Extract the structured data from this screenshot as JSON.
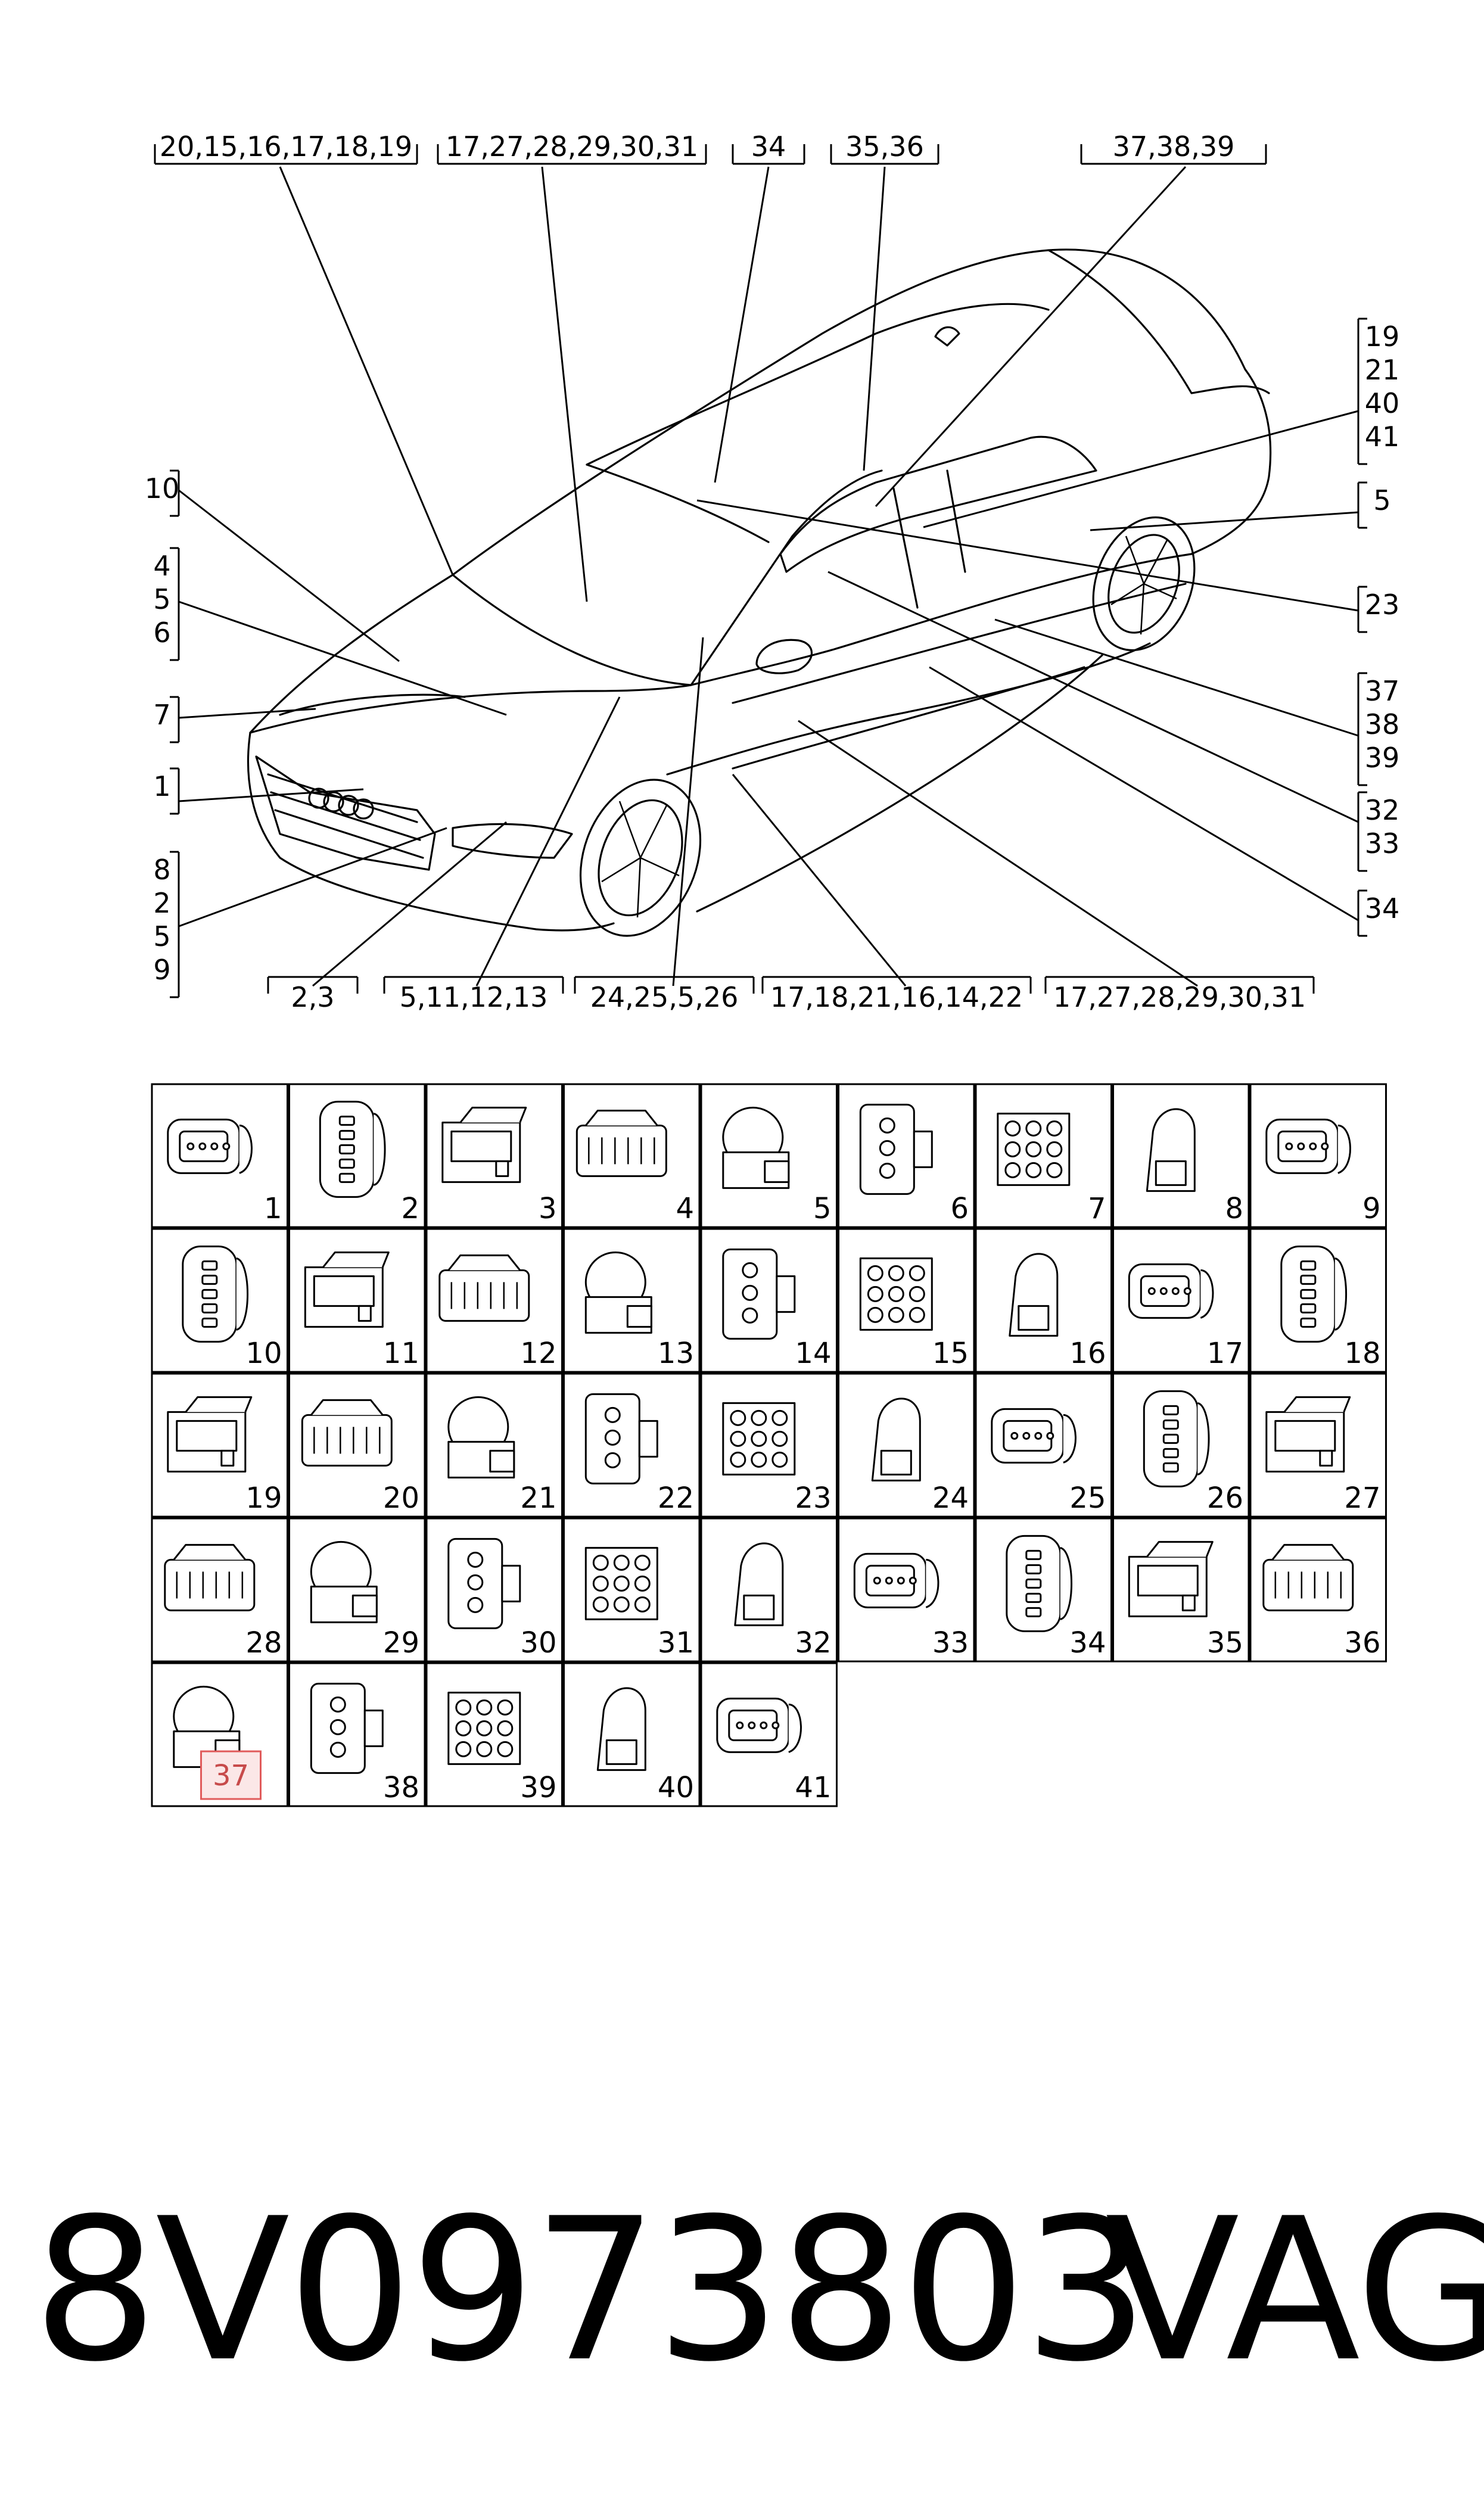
{
  "callouts": {
    "top": [
      "20,15,16,17,18,19",
      "17,27,28,29,30,31",
      "34",
      "35,36",
      "37,38,39"
    ],
    "left": [
      {
        "lines": [
          "10"
        ]
      },
      {
        "lines": [
          "4",
          "5",
          "6"
        ]
      },
      {
        "lines": [
          "7"
        ]
      },
      {
        "lines": [
          "1"
        ]
      },
      {
        "lines": [
          "8",
          "2",
          "5",
          "9"
        ]
      }
    ],
    "right": [
      {
        "lines": [
          "19",
          "21",
          "40",
          "41"
        ]
      },
      {
        "lines": [
          "5"
        ]
      },
      {
        "lines": [
          "23"
        ]
      },
      {
        "lines": [
          "37",
          "38",
          "39"
        ]
      },
      {
        "lines": [
          "32",
          "33"
        ]
      },
      {
        "lines": [
          "34"
        ]
      }
    ],
    "bottom": [
      "2,3",
      "5,11,12,13",
      "24,25,5,26",
      "17,18,21,16,14,22",
      "17,27,28,29,30,31"
    ]
  },
  "connectors": [
    "1",
    "2",
    "3",
    "4",
    "5",
    "6",
    "7",
    "8",
    "9",
    "10",
    "11",
    "12",
    "13",
    "14",
    "15",
    "16",
    "17",
    "18",
    "19",
    "20",
    "21",
    "22",
    "23",
    "24",
    "25",
    "26",
    "27",
    "28",
    "29",
    "30",
    "31",
    "32",
    "33",
    "34",
    "35",
    "36",
    "37",
    "38",
    "39",
    "40",
    "41"
  ],
  "highlighted_connector": "37",
  "part_number": "8V0973803",
  "brand": "VAG"
}
